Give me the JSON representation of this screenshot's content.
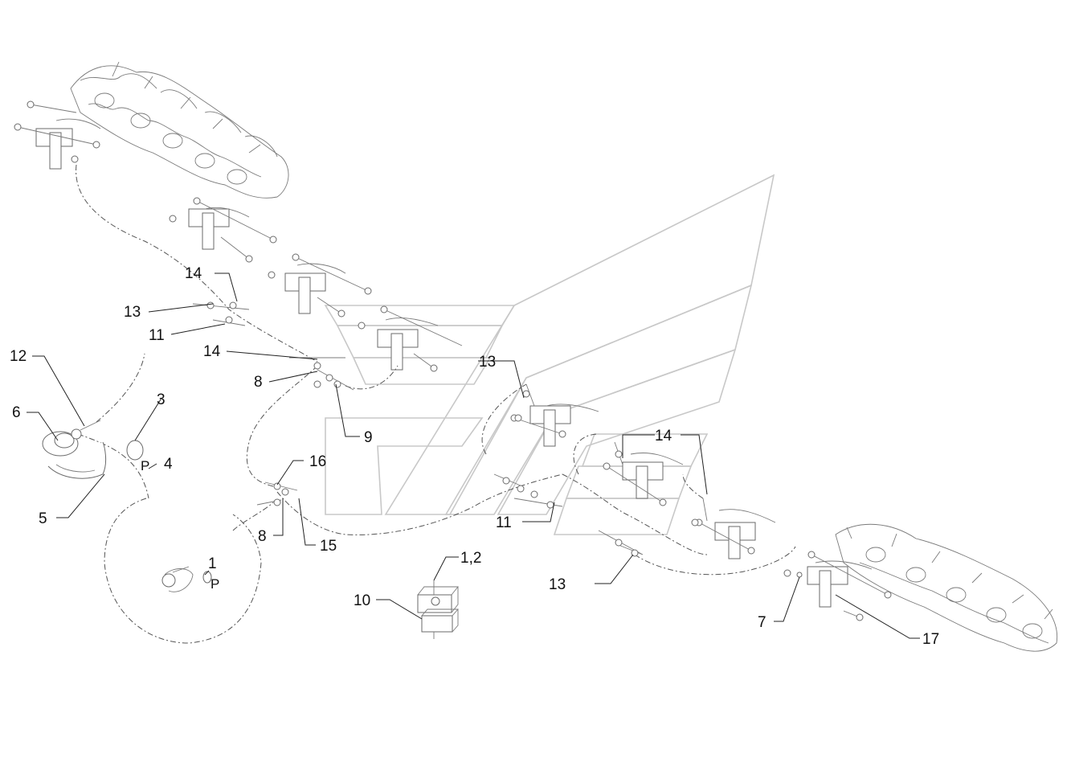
{
  "callouts": [
    {
      "id": "c14a",
      "text": "14"
    },
    {
      "id": "c13a",
      "text": "13"
    },
    {
      "id": "c11a",
      "text": "11"
    },
    {
      "id": "c14b",
      "text": "14"
    },
    {
      "id": "c8a",
      "text": "8"
    },
    {
      "id": "c9",
      "text": "9"
    },
    {
      "id": "c12",
      "text": "12"
    },
    {
      "id": "c6",
      "text": "6"
    },
    {
      "id": "c3",
      "text": "3"
    },
    {
      "id": "c4",
      "text": "4"
    },
    {
      "id": "c5",
      "text": "5"
    },
    {
      "id": "c16",
      "text": "16"
    },
    {
      "id": "c8b",
      "text": "8"
    },
    {
      "id": "c15",
      "text": "15"
    },
    {
      "id": "c1",
      "text": "1"
    },
    {
      "id": "c13b",
      "text": "13"
    },
    {
      "id": "c14c",
      "text": "14"
    },
    {
      "id": "c11b",
      "text": "11"
    },
    {
      "id": "c13c",
      "text": "13"
    },
    {
      "id": "c12b",
      "text": "1,2"
    },
    {
      "id": "c10",
      "text": "10"
    },
    {
      "id": "c7",
      "text": "7"
    },
    {
      "id": "c17",
      "text": "17"
    }
  ],
  "part_marks": {
    "p_small_a": "P",
    "p_small_b": "P"
  },
  "colors": {
    "line": "#222222",
    "part": "#6a6a6a",
    "watermark": "#c8c8c8"
  }
}
